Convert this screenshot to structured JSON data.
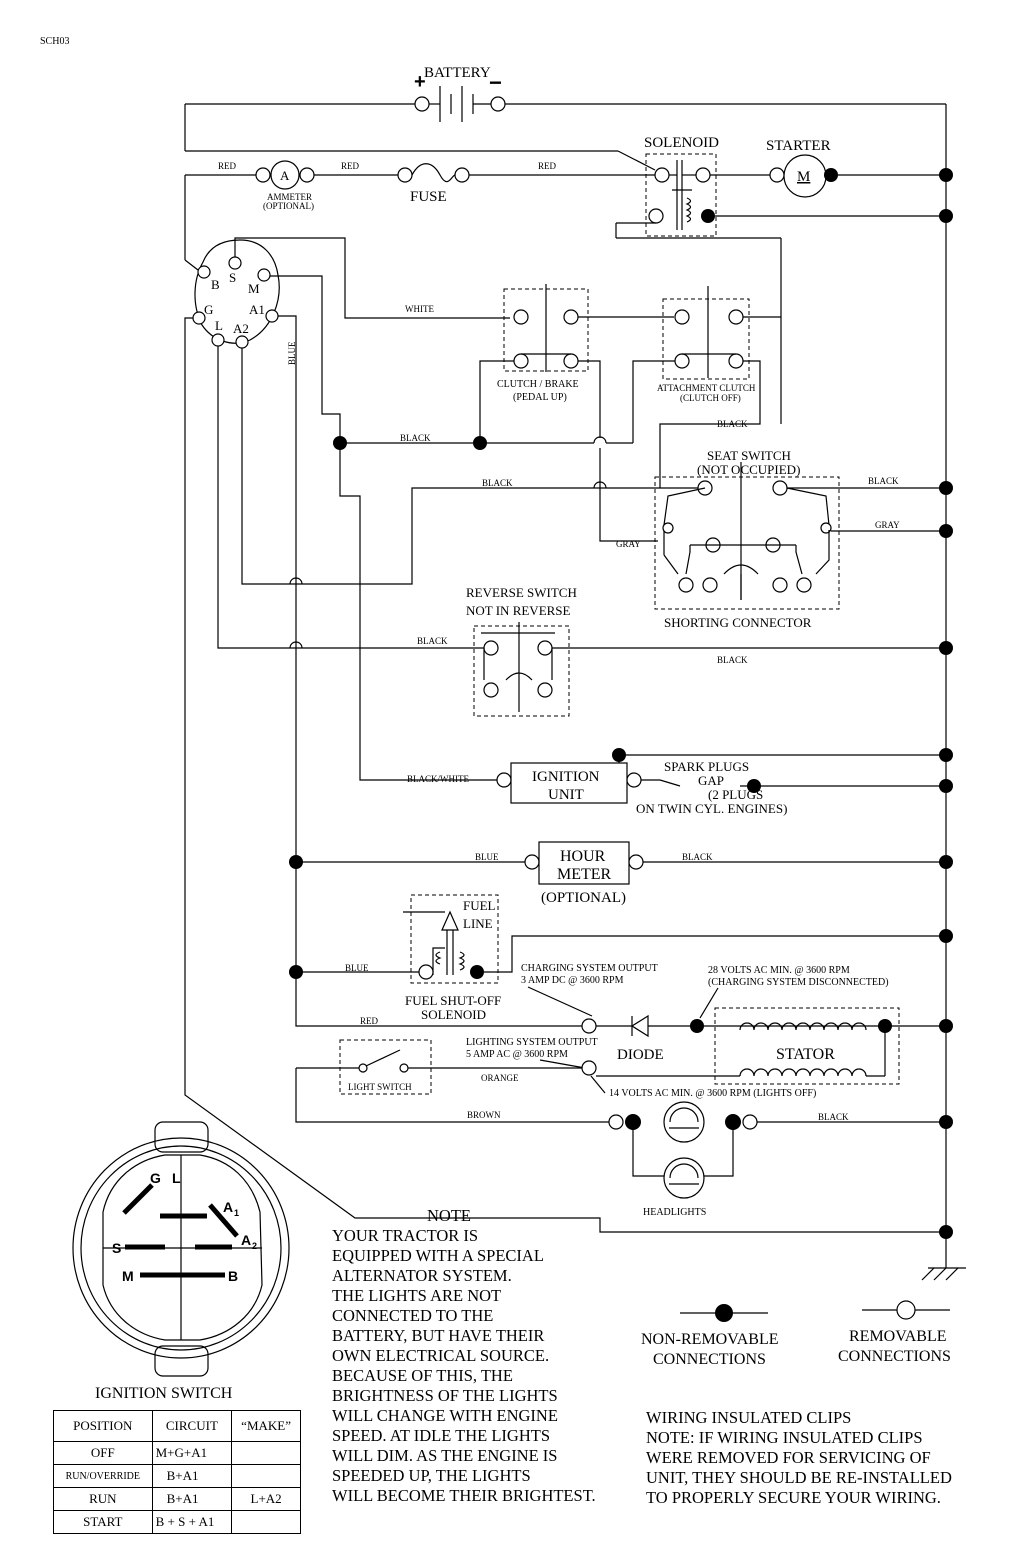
{
  "doc_id": "SCH03",
  "battery": {
    "label": "BATTERY",
    "pos": "+",
    "neg": "−"
  },
  "solenoid": {
    "label": "SOLENOID"
  },
  "starter": {
    "label": "STARTER",
    "symbol": "M"
  },
  "ammeter": {
    "symbol": "A",
    "line1": "AMMETER",
    "line2": "(OPTIONAL)"
  },
  "fuse": {
    "label": "FUSE"
  },
  "ignition_terminals": [
    "B",
    "S",
    "M",
    "G",
    "A1",
    "L",
    "A2"
  ],
  "clutch_brake": {
    "line1": "CLUTCH / BRAKE",
    "line2": "(PEDAL UP)"
  },
  "attachment_clutch": {
    "line1": "ATTACHMENT CLUTCH",
    "line2": "(CLUTCH OFF)"
  },
  "seat_switch": {
    "line1": "SEAT SWITCH",
    "line2": "(NOT OCCUPIED)"
  },
  "shorting_connector": {
    "label": "SHORTING CONNECTOR"
  },
  "reverse_switch": {
    "line1": "REVERSE SWITCH",
    "line2": "NOT IN REVERSE"
  },
  "ignition_unit": {
    "line1": "IGNITION",
    "line2": "UNIT"
  },
  "spark_plugs": {
    "line1": "SPARK PLUGS",
    "line2": "GAP",
    "line3": "(2 PLUGS",
    "line4": "ON TWIN CYL. ENGINES)"
  },
  "hour_meter": {
    "line1": "HOUR",
    "line2": "METER",
    "line3": "(OPTIONAL)"
  },
  "fuel_solenoid": {
    "fuel": "FUEL",
    "line": "LINE",
    "line1": "FUEL SHUT-OFF",
    "line2": "SOLENOID"
  },
  "charging_output": {
    "line1": "CHARGING SYSTEM OUTPUT",
    "line2": "3 AMP DC @ 3600 RPM"
  },
  "volts28": {
    "line1": "28 VOLTS AC MIN. @ 3600 RPM",
    "line2": "(CHARGING SYSTEM DISCONNECTED)"
  },
  "lighting_output": {
    "line1": "LIGHTING SYSTEM OUTPUT",
    "line2": "5 AMP AC @ 3600 RPM"
  },
  "volts14": "14 VOLTS AC MIN. @ 3600 RPM (LIGHTS OFF)",
  "diode": "DIODE",
  "stator": "STATOR",
  "light_switch": "LIGHT SWITCH",
  "headlights": "HEADLIGHTS",
  "wires": {
    "red": "RED",
    "white": "WHITE",
    "blue": "BLUE",
    "black": "BLACK",
    "gray": "GRAY",
    "black_white": "BLACK/WHITE",
    "orange": "ORANGE",
    "brown": "BROWN"
  },
  "ignition_switch_face": {
    "G": "G",
    "L": "L",
    "A1": "A",
    "A1_sub": "1",
    "S": "S",
    "A2": "A",
    "A2_sub": "2",
    "M": "M",
    "B": "B"
  },
  "ignition_switch_title": "IGNITION SWITCH",
  "table": {
    "headers": [
      "POSITION",
      "CIRCUIT",
      "“MAKE”"
    ],
    "rows": [
      {
        "position": "OFF",
        "circuit": "M+G+A1",
        "make": ""
      },
      {
        "position": "RUN/OVERRIDE",
        "circuit": "B+A1",
        "make": ""
      },
      {
        "position": "RUN",
        "circuit": "B+A1",
        "make": "L+A2"
      },
      {
        "position": "START",
        "circuit": "B + S + A1",
        "make": ""
      }
    ]
  },
  "note": {
    "title": "NOTE",
    "lines": [
      "YOUR TRACTOR IS",
      "EQUIPPED WITH A SPECIAL",
      "ALTERNATOR SYSTEM.",
      "THE LIGHTS ARE NOT",
      "CONNECTED TO THE",
      "BATTERY, BUT HAVE THEIR",
      "OWN ELECTRICAL SOURCE.",
      "BECAUSE OF THIS, THE",
      "BRIGHTNESS OF THE LIGHTS",
      "WILL CHANGE WITH ENGINE",
      "SPEED.  AT IDLE THE LIGHTS",
      "WILL DIM.  AS THE ENGINE IS",
      "SPEEDED UP, THE LIGHTS",
      "WILL BECOME THEIR BRIGHTEST."
    ]
  },
  "legend": {
    "non_removable": [
      "NON-REMOVABLE",
      "CONNECTIONS"
    ],
    "removable": [
      "REMOVABLE",
      "CONNECTIONS"
    ]
  },
  "clips_note": {
    "lines": [
      "WIRING INSULATED CLIPS",
      "NOTE:  IF WIRING INSULATED CLIPS",
      "WERE REMOVED FOR SERVICING OF",
      "UNIT, THEY SHOULD BE RE-INSTALLED",
      "TO PROPERLY SECURE YOUR WIRING."
    ]
  }
}
